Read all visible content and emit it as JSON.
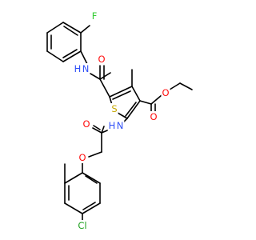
{
  "atom_labels": {
    "fluorine": "F",
    "amide_nh_top": "N",
    "amide_h_top": "H",
    "amide_o_top": "O",
    "thiophene_s": "S",
    "ester_o_carbonyl": "O",
    "ester_o_ether": "O",
    "amide_nh_mid": "N",
    "amide_h_mid": "H",
    "amide_o_mid": "O",
    "ether_o": "O",
    "chlorine": "Cl"
  },
  "colors": {
    "bond": "#000000",
    "F": "#33cc33",
    "N": "#3050f8",
    "O": "#ff0d0d",
    "S": "#c6a800",
    "Cl": "#1fa01f",
    "background": "#ffffff"
  }
}
